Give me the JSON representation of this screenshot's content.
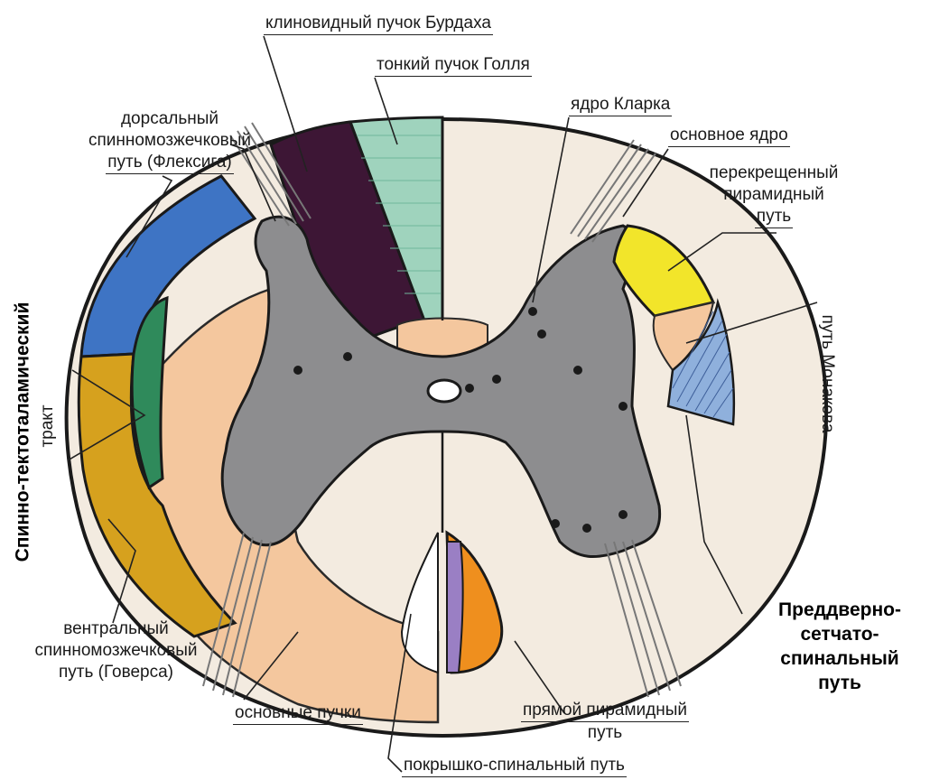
{
  "labels": {
    "burdach": "клиновидный пучок Бурдаха",
    "goll": "тонкий пучок Голля",
    "clarke": "ядро Кларка",
    "main_nucleus": "основное ядро",
    "crossed_pyramidal": [
      "перекрещенный",
      "пирамидный",
      "путь"
    ],
    "dorsal_sc": [
      "дорсальный",
      "спинномозжечковый",
      "путь (Флексига)"
    ],
    "ventral_sc": [
      "вентральный",
      "спинномозжечковый",
      "путь (Говерса)"
    ],
    "main_bundles": "основные пучки",
    "direct_pyramidal": [
      "прямой пирамидный",
      "путь"
    ],
    "tectospinal": "покрышко-спинальный путь",
    "monakov": "путь Монакова",
    "tract": "тракт",
    "spinotectothalamic": "Спинно-тектоталамический",
    "vestibuloreticulospinal": [
      "Преддверно-",
      "сетчато-",
      "спинальный",
      "путь"
    ]
  },
  "colors": {
    "white_matter": "#f3ebe0",
    "gray_matter": "#8d8d8f",
    "burdach": "#3d1635",
    "goll": "#9fd3bd",
    "dorsal_sc": "#3e74c4",
    "ventral_sc": "#d6a11e",
    "spinotectothalamic": "#2f8a5b",
    "peach": "#f4c79e",
    "crossed_pyramidal": "#f2e52a",
    "monakov": "#8fb0dc",
    "direct_pyramidal": "#ef8f1e",
    "tectospinal": "#9a7fc4"
  }
}
